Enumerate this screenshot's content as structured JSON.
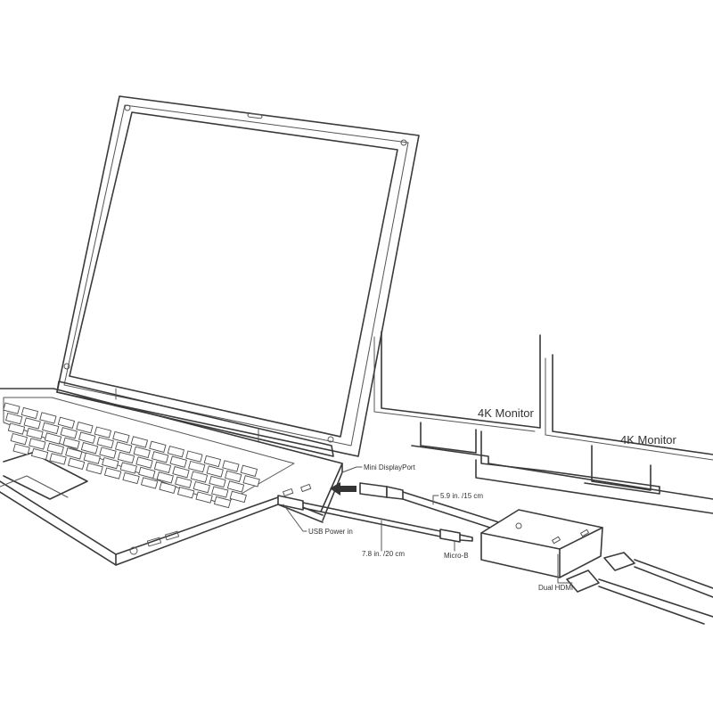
{
  "monitors": [
    {
      "label": "4K Monitor"
    },
    {
      "label": "4K Monitor"
    }
  ],
  "callouts": {
    "mini_displayport": "Mini DisplayPort",
    "usb_power_in": "USB Power in",
    "micro_b": "Micro-B",
    "dual_hdmi": "Dual HDMI",
    "cable_long": "7.8 in. /20 cm",
    "cable_short": "5.9 in. /15 cm"
  },
  "colors": {
    "line": "#3a3a3a",
    "arrow": "#333333",
    "background": "#ffffff"
  }
}
